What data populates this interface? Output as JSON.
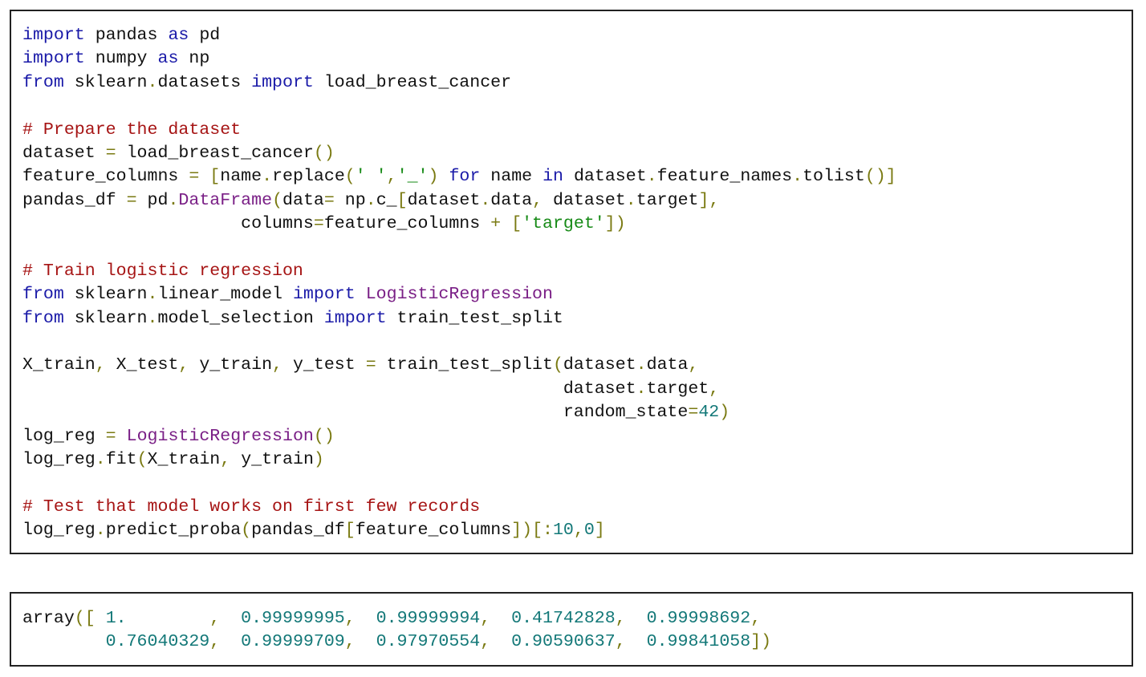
{
  "colors": {
    "keyword": "#1a1aa8",
    "comment": "#a61414",
    "operator": "#7a7a12",
    "class": "#7a1f86",
    "string": "#168a16",
    "number": "#137878"
  },
  "code": {
    "lines": [
      [
        [
          "import",
          "kw"
        ],
        [
          " pandas ",
          ""
        ],
        [
          "as",
          "kw"
        ],
        [
          " pd",
          ""
        ]
      ],
      [
        [
          "import",
          "kw"
        ],
        [
          " numpy ",
          ""
        ],
        [
          "as",
          "kw"
        ],
        [
          " np",
          ""
        ]
      ],
      [
        [
          "from",
          "kw"
        ],
        [
          " sklearn",
          ""
        ],
        [
          ".",
          "op"
        ],
        [
          "datasets ",
          ""
        ],
        [
          "import",
          "kw"
        ],
        [
          " load_breast_cancer",
          ""
        ]
      ],
      [],
      [
        [
          "# Prepare the dataset",
          "cm"
        ]
      ],
      [
        [
          "dataset ",
          ""
        ],
        [
          "=",
          "op"
        ],
        [
          " load_breast_cancer",
          ""
        ],
        [
          "()",
          "op"
        ]
      ],
      [
        [
          "feature_columns ",
          ""
        ],
        [
          "=",
          "op"
        ],
        [
          " ",
          ""
        ],
        [
          "[",
          "op"
        ],
        [
          "name",
          ""
        ],
        [
          ".",
          "op"
        ],
        [
          "replace",
          ""
        ],
        [
          "(",
          "op"
        ],
        [
          "' '",
          "st"
        ],
        [
          ",",
          "op"
        ],
        [
          "'_'",
          "st"
        ],
        [
          ")",
          "op"
        ],
        [
          " ",
          ""
        ],
        [
          "for",
          "kw"
        ],
        [
          " name ",
          ""
        ],
        [
          "in",
          "kw"
        ],
        [
          " dataset",
          ""
        ],
        [
          ".",
          "op"
        ],
        [
          "feature_names",
          ""
        ],
        [
          ".",
          "op"
        ],
        [
          "tolist",
          ""
        ],
        [
          "()]",
          "op"
        ]
      ],
      [
        [
          "pandas_df ",
          ""
        ],
        [
          "=",
          "op"
        ],
        [
          " pd",
          ""
        ],
        [
          ".",
          "op"
        ],
        [
          "DataFrame",
          "cl"
        ],
        [
          "(",
          "op"
        ],
        [
          "data",
          ""
        ],
        [
          "=",
          "op"
        ],
        [
          " np",
          ""
        ],
        [
          ".",
          "op"
        ],
        [
          "c_",
          ""
        ],
        [
          "[",
          "op"
        ],
        [
          "dataset",
          ""
        ],
        [
          ".",
          "op"
        ],
        [
          "data",
          ""
        ],
        [
          ",",
          "op"
        ],
        [
          " dataset",
          ""
        ],
        [
          ".",
          "op"
        ],
        [
          "target",
          ""
        ],
        [
          "],",
          "op"
        ]
      ],
      [
        [
          "                     columns",
          ""
        ],
        [
          "=",
          "op"
        ],
        [
          "feature_columns ",
          ""
        ],
        [
          "+",
          "op"
        ],
        [
          " ",
          ""
        ],
        [
          "[",
          "op"
        ],
        [
          "'target'",
          "st"
        ],
        [
          "])",
          "op"
        ]
      ],
      [],
      [
        [
          "# Train logistic regression",
          "cm"
        ]
      ],
      [
        [
          "from",
          "kw"
        ],
        [
          " sklearn",
          ""
        ],
        [
          ".",
          "op"
        ],
        [
          "linear_model ",
          ""
        ],
        [
          "import",
          "kw"
        ],
        [
          " ",
          ""
        ],
        [
          "LogisticRegression",
          "cl"
        ]
      ],
      [
        [
          "from",
          "kw"
        ],
        [
          " sklearn",
          ""
        ],
        [
          ".",
          "op"
        ],
        [
          "model_selection ",
          ""
        ],
        [
          "import",
          "kw"
        ],
        [
          " train_test_split",
          ""
        ]
      ],
      [],
      [
        [
          "X_train",
          ""
        ],
        [
          ",",
          "op"
        ],
        [
          " X_test",
          ""
        ],
        [
          ",",
          "op"
        ],
        [
          " y_train",
          ""
        ],
        [
          ",",
          "op"
        ],
        [
          " y_test ",
          ""
        ],
        [
          "=",
          "op"
        ],
        [
          " train_test_split",
          ""
        ],
        [
          "(",
          "op"
        ],
        [
          "dataset",
          ""
        ],
        [
          ".",
          "op"
        ],
        [
          "data",
          ""
        ],
        [
          ",",
          "op"
        ]
      ],
      [
        [
          "                                                    dataset",
          ""
        ],
        [
          ".",
          "op"
        ],
        [
          "target",
          ""
        ],
        [
          ",",
          "op"
        ]
      ],
      [
        [
          "                                                    random_state",
          ""
        ],
        [
          "=",
          "op"
        ],
        [
          "42",
          "nu"
        ],
        [
          ")",
          "op"
        ]
      ],
      [
        [
          "log_reg ",
          ""
        ],
        [
          "=",
          "op"
        ],
        [
          " ",
          ""
        ],
        [
          "LogisticRegression",
          "cl"
        ],
        [
          "()",
          "op"
        ]
      ],
      [
        [
          "log_reg",
          ""
        ],
        [
          ".",
          "op"
        ],
        [
          "fit",
          ""
        ],
        [
          "(",
          "op"
        ],
        [
          "X_train",
          ""
        ],
        [
          ",",
          "op"
        ],
        [
          " y_train",
          ""
        ],
        [
          ")",
          "op"
        ]
      ],
      [],
      [
        [
          "# Test that model works on first few records",
          "cm"
        ]
      ],
      [
        [
          "log_reg",
          ""
        ],
        [
          ".",
          "op"
        ],
        [
          "predict_proba",
          ""
        ],
        [
          "(",
          "op"
        ],
        [
          "pandas_df",
          ""
        ],
        [
          "[",
          "op"
        ],
        [
          "feature_columns",
          ""
        ],
        [
          "])[:",
          "op"
        ],
        [
          "10",
          "nu"
        ],
        [
          ",",
          "op"
        ],
        [
          "0",
          "nu"
        ],
        [
          "]",
          "op"
        ]
      ]
    ]
  },
  "output": {
    "lines": [
      [
        [
          "array",
          ""
        ],
        [
          "([",
          "op"
        ],
        [
          " ",
          ""
        ],
        [
          "1.        ",
          "nu"
        ],
        [
          ",",
          "op"
        ],
        [
          "  ",
          ""
        ],
        [
          "0.99999995",
          "nu"
        ],
        [
          ",",
          "op"
        ],
        [
          "  ",
          ""
        ],
        [
          "0.99999994",
          "nu"
        ],
        [
          ",",
          "op"
        ],
        [
          "  ",
          ""
        ],
        [
          "0.41742828",
          "nu"
        ],
        [
          ",",
          "op"
        ],
        [
          "  ",
          ""
        ],
        [
          "0.99998692",
          "nu"
        ],
        [
          ",",
          "op"
        ]
      ],
      [
        [
          "        ",
          ""
        ],
        [
          "0.76040329",
          "nu"
        ],
        [
          ",",
          "op"
        ],
        [
          "  ",
          ""
        ],
        [
          "0.99999709",
          "nu"
        ],
        [
          ",",
          "op"
        ],
        [
          "  ",
          ""
        ],
        [
          "0.97970554",
          "nu"
        ],
        [
          ",",
          "op"
        ],
        [
          "  ",
          ""
        ],
        [
          "0.90590637",
          "nu"
        ],
        [
          ",",
          "op"
        ],
        [
          "  ",
          ""
        ],
        [
          "0.99841058",
          "nu"
        ],
        [
          "])",
          "op"
        ]
      ]
    ]
  }
}
